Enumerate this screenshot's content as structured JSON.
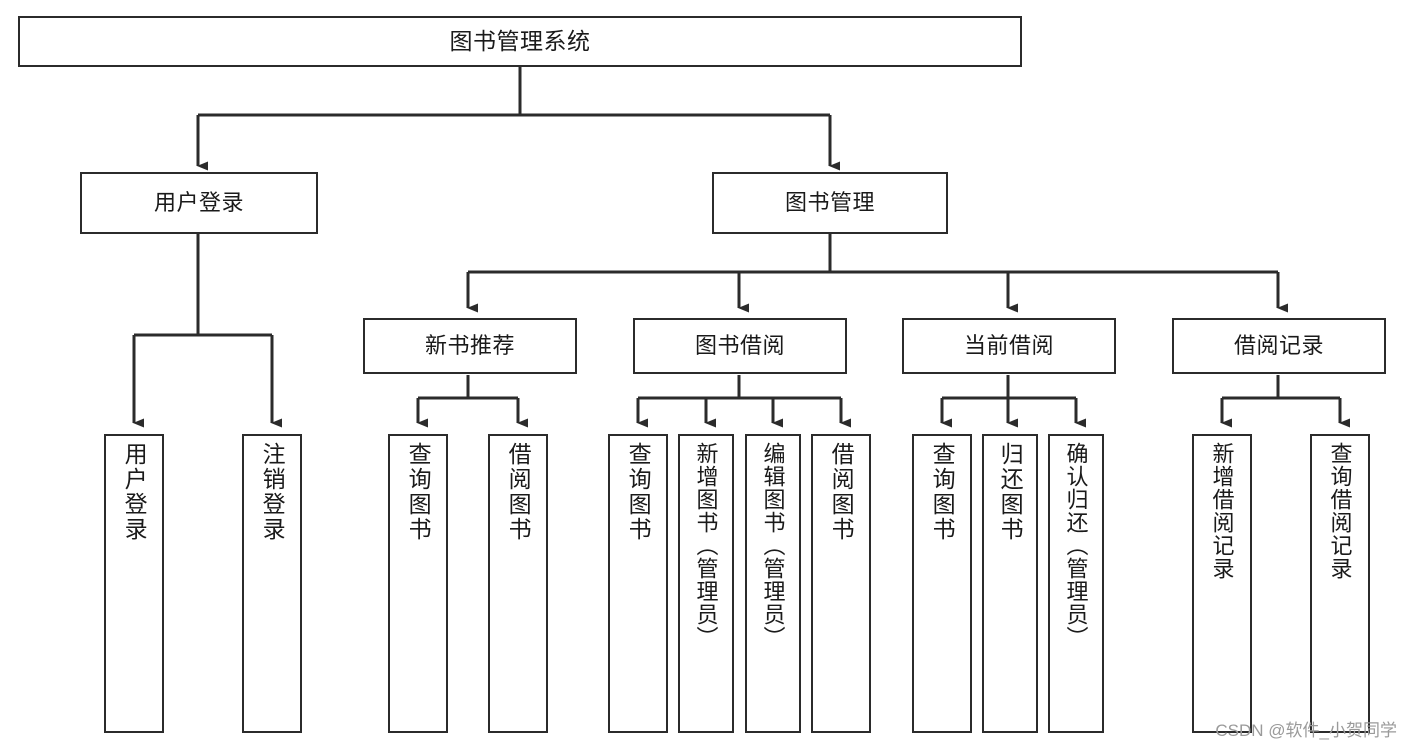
{
  "diagram": {
    "title": "图书管理系统",
    "watermark": "CSDN @软件_小贺同学",
    "colors": {
      "box_border": "#2b2b2b",
      "box_fill": "#ffffff",
      "edge": "#2b2b2b",
      "text": "#1a1a1a",
      "watermark": "#9a9a9a"
    },
    "nodes": {
      "root": {
        "label": "图书管理系统"
      },
      "level2": [
        {
          "label": "用户登录"
        },
        {
          "label": "图书管理"
        }
      ],
      "level3": [
        {
          "label": "新书推荐"
        },
        {
          "label": "图书借阅"
        },
        {
          "label": "当前借阅"
        },
        {
          "label": "借阅记录"
        }
      ],
      "leaves": {
        "user_login": [
          {
            "label": "用户登录"
          },
          {
            "label": "注销登录"
          }
        ],
        "new_book_recommend": [
          {
            "label": "查询图书"
          },
          {
            "label": "借阅图书"
          }
        ],
        "book_borrow": [
          {
            "label": "查询图书"
          },
          {
            "label": "新增图书（管理员）"
          },
          {
            "label": "编辑图书（管理员）"
          },
          {
            "label": "借阅图书"
          }
        ],
        "current_borrow": [
          {
            "label": "查询图书"
          },
          {
            "label": "归还图书"
          },
          {
            "label": "确认归还（管理员）"
          }
        ],
        "borrow_record": [
          {
            "label": "新增借阅记录"
          },
          {
            "label": "查询借阅记录"
          }
        ]
      }
    }
  }
}
